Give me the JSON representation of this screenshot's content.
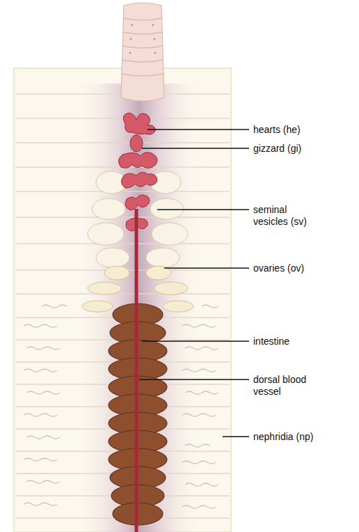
{
  "diagram": {
    "labels": [
      "hearts (he)",
      "gizzard (gi)",
      "seminal vesicles (sv)",
      "ovaries (ov)",
      "intestine",
      "dorsal blood vessel",
      "nephridia (np)"
    ]
  }
}
